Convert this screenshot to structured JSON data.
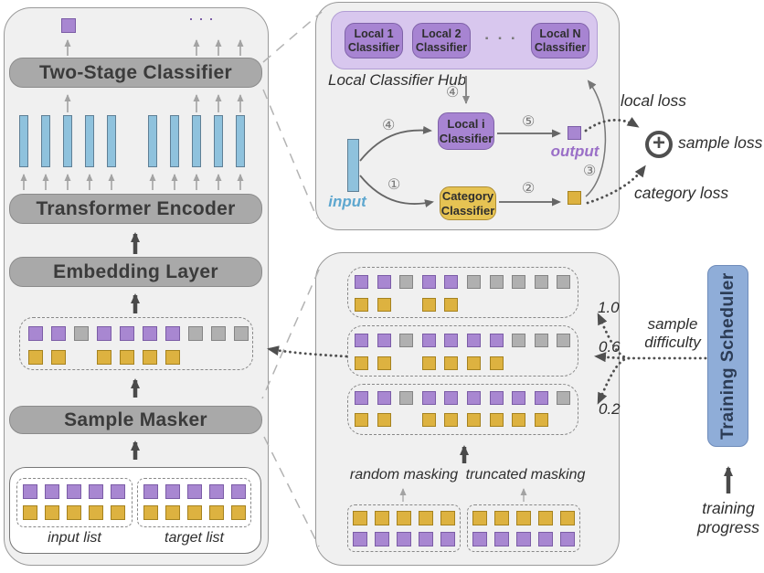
{
  "colors": {
    "purple": "#a887d1",
    "yellow": "#ddb240",
    "gray": "#b0b0b0",
    "blue": "#8fc2dd",
    "scheduler_blue": "#8fadd8",
    "panel_bg": "#f0f0f0",
    "bar_gray": "#a9a9a9"
  },
  "left_panel": {
    "two_stage_label": "Two-Stage Classifier",
    "encoder_label": "Transformer Encoder",
    "embedding_label": "Embedding Layer",
    "masker_label": "Sample Masker",
    "input_list_label": "input list",
    "target_list_label": "target list",
    "output_single": [
      "P"
    ],
    "output_group": [
      "P",
      "P",
      "P"
    ],
    "encoder_bar_groups": [
      5,
      5
    ],
    "masked_top": [
      "P",
      "P",
      "G",
      "P",
      "P",
      "P",
      "P",
      "G",
      "G",
      "G"
    ],
    "masked_bottom": [
      "Y",
      "Y",
      "",
      "Y",
      "Y",
      "Y",
      "Y",
      "",
      "",
      ""
    ],
    "input_list_top": [
      "P",
      "P",
      "P",
      "P",
      "P"
    ],
    "input_list_bottom": [
      "Y",
      "Y",
      "Y",
      "Y",
      "Y"
    ],
    "target_list_top": [
      "P",
      "P",
      "P",
      "P",
      "P"
    ],
    "target_list_bottom": [
      "Y",
      "Y",
      "Y",
      "Y",
      "Y"
    ]
  },
  "hub_panel": {
    "hub_caption": "Local Classifier Hub",
    "classifiers": [
      {
        "l1": "Local 1",
        "l2": "Classifier"
      },
      {
        "l1": "Local 2",
        "l2": "Classifier"
      },
      {
        "l1": "Local N",
        "l2": "Classifier"
      }
    ],
    "dots": "▪ ▪ ▪",
    "local_i": {
      "l1": "Local i",
      "l2": "Classifier"
    },
    "category": {
      "l1": "Category",
      "l2": "Classifier"
    },
    "input_label": "input",
    "output_label": "output",
    "step1": "①",
    "step2": "②",
    "step3": "③",
    "step4_hub": "④",
    "step4_input": "④",
    "step5": "⑤",
    "local_loss": "local loss",
    "sample_loss": "sample loss",
    "category_loss": "category loss",
    "plus_sign": "+"
  },
  "masking_panel": {
    "difficulty_rows": [
      {
        "value": "1.0",
        "top": [
          "P",
          "P",
          "G",
          "P",
          "P",
          "G",
          "G",
          "G",
          "G",
          "G"
        ],
        "bottom": [
          "Y",
          "Y",
          "",
          "Y",
          "Y",
          "",
          "",
          "",
          "",
          ""
        ]
      },
      {
        "value": "0.6",
        "top": [
          "P",
          "P",
          "G",
          "P",
          "P",
          "P",
          "P",
          "G",
          "G",
          "G"
        ],
        "bottom": [
          "Y",
          "Y",
          "",
          "Y",
          "Y",
          "Y",
          "Y",
          "",
          "",
          ""
        ]
      },
      {
        "value": "0.2",
        "top": [
          "P",
          "P",
          "G",
          "P",
          "P",
          "P",
          "P",
          "P",
          "P",
          "G"
        ],
        "bottom": [
          "Y",
          "Y",
          "",
          "Y",
          "Y",
          "Y",
          "Y",
          "Y",
          "Y",
          ""
        ]
      }
    ],
    "random_masking_label": "random masking",
    "truncated_masking_label": "truncated masking",
    "source_left_top": [
      "Y",
      "Y",
      "Y",
      "Y",
      "Y"
    ],
    "source_left_bottom": [
      "P",
      "P",
      "P",
      "P",
      "P"
    ],
    "source_right_top": [
      "Y",
      "Y",
      "Y",
      "Y",
      "Y"
    ],
    "source_right_bottom": [
      "P",
      "P",
      "P",
      "P",
      "P"
    ]
  },
  "scheduler": {
    "label": "Training Scheduler",
    "sample_difficulty_label": "sample\ndifficulty",
    "training_progress_label": "training\nprogress"
  }
}
